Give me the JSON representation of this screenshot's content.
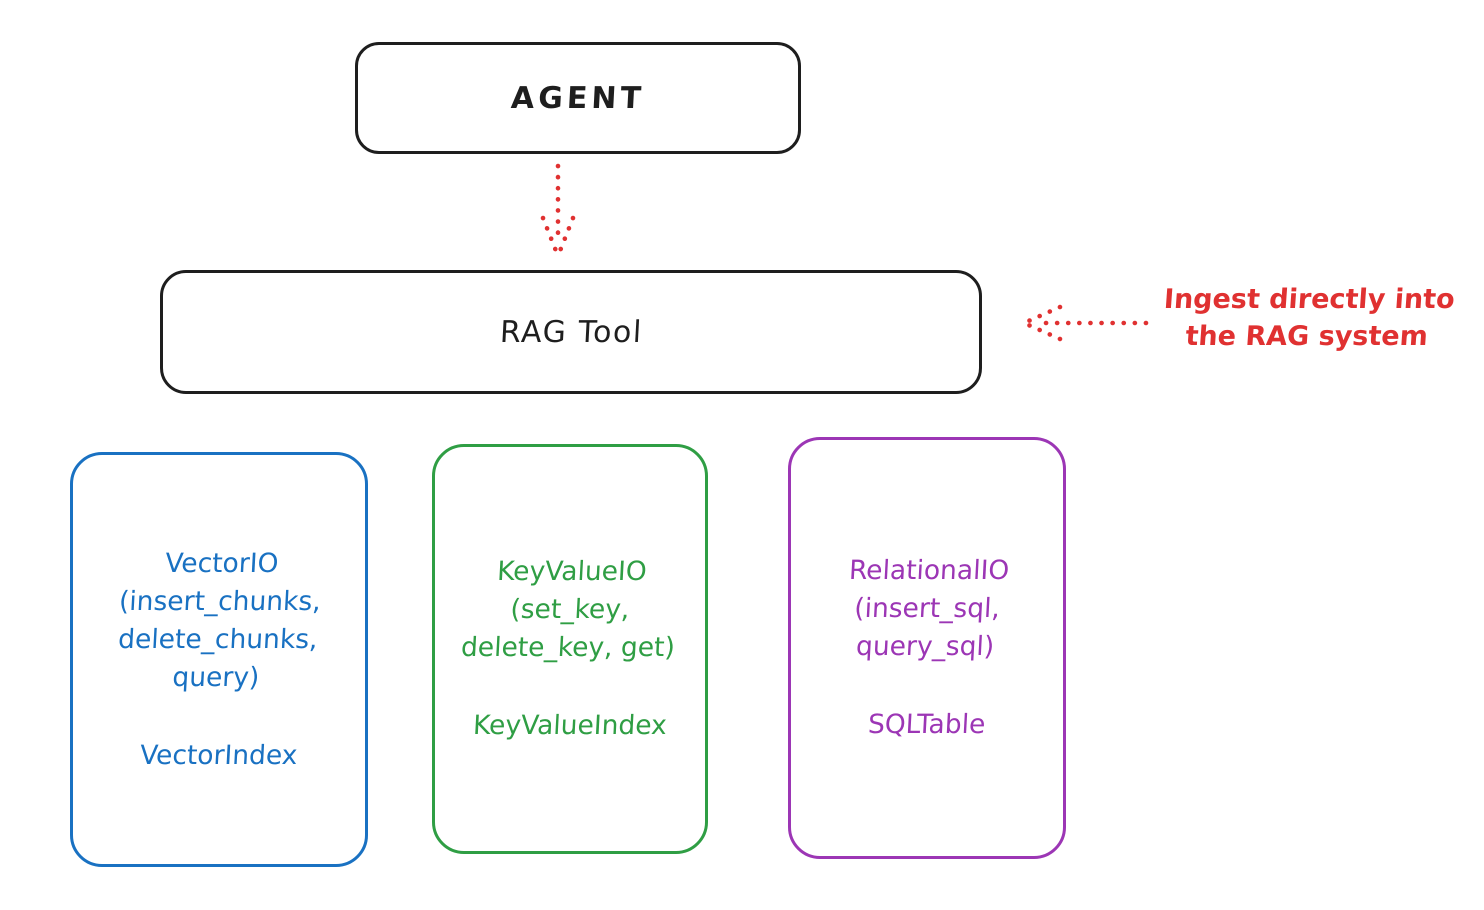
{
  "palette": {
    "ink": "#1e1e1e",
    "red": "#e03131",
    "blue": "#1971c2",
    "green": "#2f9e44",
    "purple": "#9c36b5",
    "background": "#ffffff"
  },
  "nodes": {
    "agent": {
      "label": "AGENT"
    },
    "rag_tool": {
      "label": "RAG Tool"
    }
  },
  "arrows": {
    "agent_to_rag": {
      "style": "dotted",
      "color": "#e03131",
      "direction": "down"
    },
    "ingest_to_rag": {
      "style": "dotted",
      "color": "#e03131",
      "direction": "left"
    }
  },
  "annotation": {
    "lines": [
      "Ingest directly into",
      "the RAG system"
    ]
  },
  "io_boxes": [
    {
      "name": "vector-io",
      "color": "#1971c2",
      "title_lines": [
        "VectorIO",
        "(insert_chunks,",
        "delete_chunks,",
        "query)"
      ],
      "index_label": "VectorIndex"
    },
    {
      "name": "keyvalue-io",
      "color": "#2f9e44",
      "title_lines": [
        "KeyValueIO",
        "(set_key,",
        "delete_key, get)"
      ],
      "index_label": "KeyValueIndex"
    },
    {
      "name": "relational-io",
      "color": "#9c36b5",
      "title_lines": [
        "RelationalIO",
        "(insert_sql,",
        "query_sql)"
      ],
      "index_label": "SQLTable"
    }
  ]
}
